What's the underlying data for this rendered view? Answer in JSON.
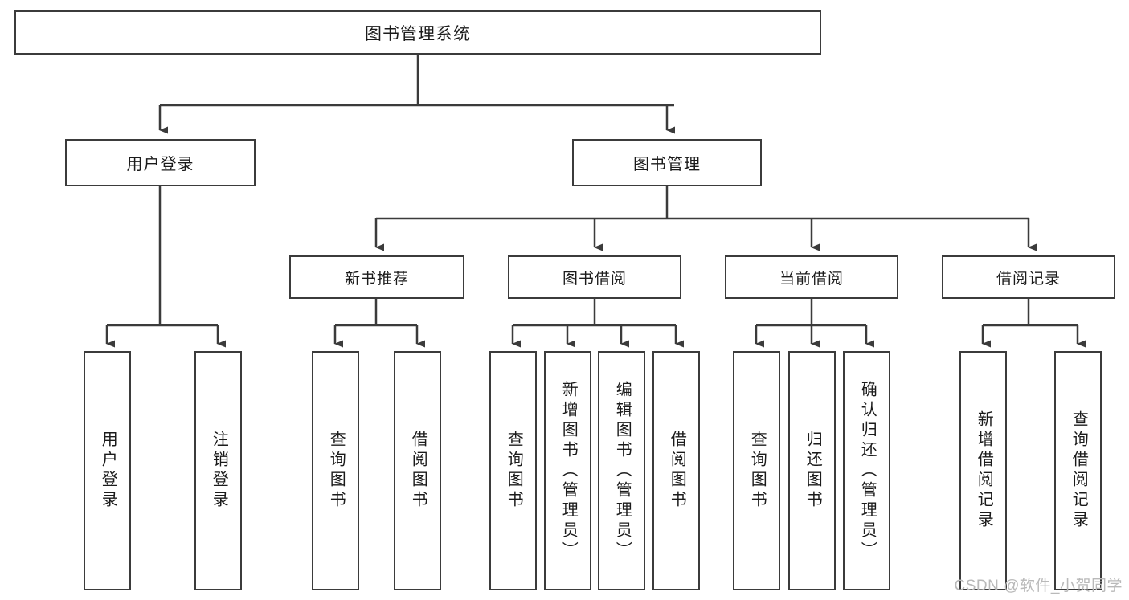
{
  "diagram": {
    "title": "图书管理系统",
    "type": "tree-hierarchy-diagram",
    "colors": {
      "box_border": "#3b3b3b",
      "box_fill": "#ffffff",
      "connector": "#3b3b3b",
      "text": "#1b1b1b",
      "watermark": "#b9b9b9",
      "background": "#ffffff"
    }
  },
  "root": {
    "label": "图书管理系统"
  },
  "level2": [
    {
      "id": "user-login",
      "label": "用户登录"
    },
    {
      "id": "book-management",
      "label": "图书管理"
    }
  ],
  "level3": [
    {
      "id": "new-book-recommend",
      "label": "新书推荐"
    },
    {
      "id": "book-borrow",
      "label": "图书借阅"
    },
    {
      "id": "current-borrow",
      "label": "当前借阅"
    },
    {
      "id": "borrow-record",
      "label": "借阅记录"
    }
  ],
  "leaves": {
    "user_login": [
      {
        "id": "leaf-user-login",
        "label": "用户登录"
      },
      {
        "id": "leaf-logout",
        "label": "注销登录"
      }
    ],
    "new_book_recommend": [
      {
        "id": "leaf-query-book-1",
        "label": "查询图书"
      },
      {
        "id": "leaf-borrow-book-1",
        "label": "借阅图书"
      }
    ],
    "book_borrow": [
      {
        "id": "leaf-query-book-2",
        "label": "查询图书"
      },
      {
        "id": "leaf-add-book",
        "label": "新增图书（管理员）"
      },
      {
        "id": "leaf-edit-book",
        "label": "编辑图书（管理员）"
      },
      {
        "id": "leaf-borrow-book-2",
        "label": "借阅图书"
      }
    ],
    "current_borrow": [
      {
        "id": "leaf-query-book-3",
        "label": "查询图书"
      },
      {
        "id": "leaf-return-book",
        "label": "归还图书"
      },
      {
        "id": "leaf-confirm-return",
        "label": "确认归还（管理员）"
      }
    ],
    "borrow_record": [
      {
        "id": "leaf-add-record",
        "label": "新增借阅记录"
      },
      {
        "id": "leaf-query-record",
        "label": "查询借阅记录"
      }
    ]
  },
  "watermark": {
    "text": "CSDN @软件_小贺同学"
  }
}
